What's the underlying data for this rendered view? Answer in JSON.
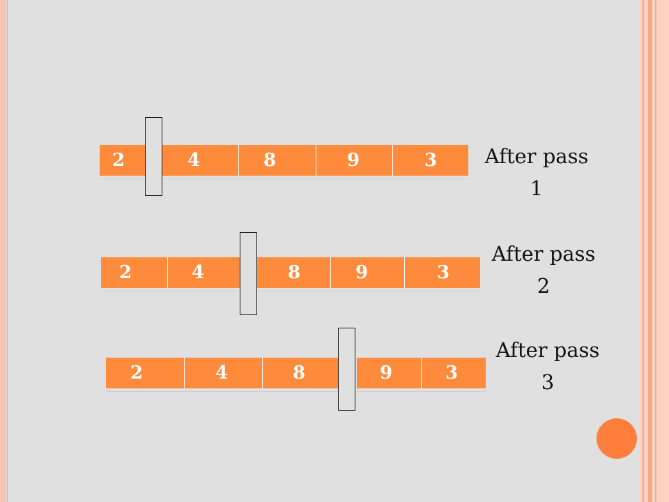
{
  "passes": [
    {
      "values": [
        "2",
        "4",
        "8",
        "9",
        "3"
      ],
      "label_line1": "After pass",
      "label_line2": "1"
    },
    {
      "values": [
        "2",
        "4",
        "8",
        "9",
        "3"
      ],
      "label_line1": "After pass",
      "label_line2": "2"
    },
    {
      "values": [
        "2",
        "4",
        "8",
        "9",
        "3"
      ],
      "label_line1": "After pass",
      "label_line2": "3"
    }
  ],
  "colors": {
    "cell_fill": "#fe8a3b",
    "cell_text": "#ffffff",
    "background": "#e0e0e0",
    "accent_orb": "#fe7e3c",
    "border_stripe": "#f5a98c"
  }
}
